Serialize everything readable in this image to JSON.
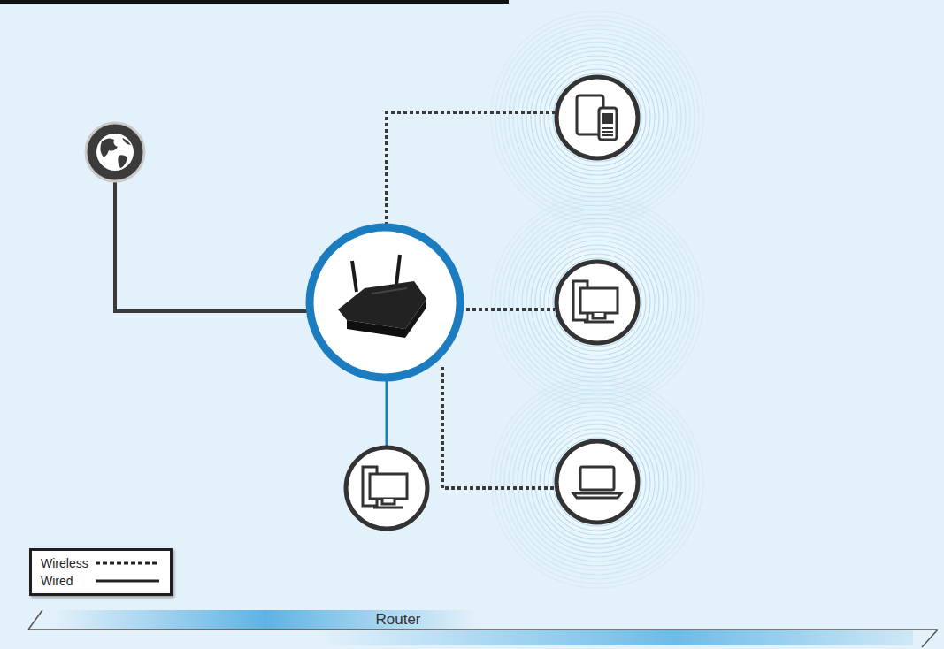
{
  "diagram": {
    "nodes": [
      {
        "text": [
          "Router"
        ]
      }
    ],
    "legend": [
      {
        "text": "Wireless"
      },
      {
        "text": "Wired"
      }
    ]
  }
}
